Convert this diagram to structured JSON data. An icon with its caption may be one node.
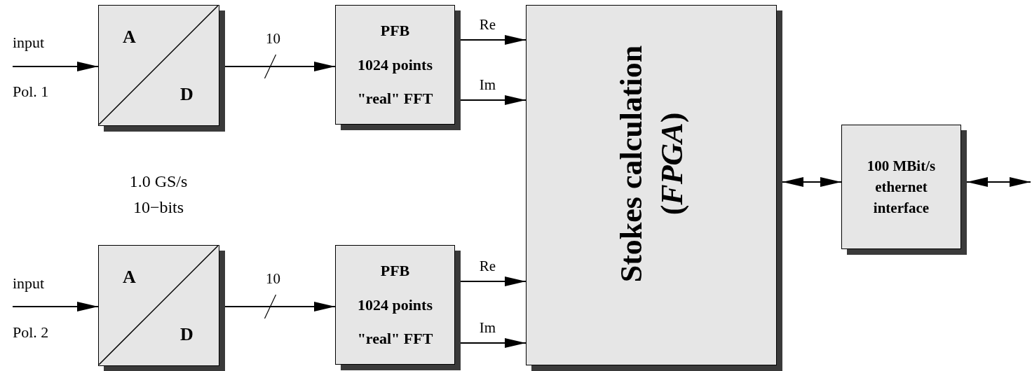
{
  "diagram": {
    "nodes": [
      {
        "text": [
          "A",
          "D"
        ]
      },
      {
        "text": [
          "PFB",
          "1024 points",
          "\"real\" FFT"
        ]
      },
      {
        "text": [
          "A",
          "D"
        ]
      },
      {
        "text": [
          "PFB",
          "1024 points",
          "\"real\" FFT"
        ]
      },
      {
        "text": [
          "Stokes calculation (*FPGA*)"
        ]
      },
      {
        "text": [
          "100 MBit/s ethernet interface"
        ]
      },
      {
        "text": [
          "input",
          "Pol. 1"
        ]
      },
      {
        "text": [
          "input",
          "Pol. 2"
        ]
      }
    ],
    "edges": [
      {
        "from": 6,
        "to": 0,
        "arrow": "to"
      },
      {
        "from": 0,
        "to": 1,
        "arrow": "to",
        "label": "10"
      },
      {
        "from": 1,
        "to": 4,
        "arrow": "to",
        "label": "Re"
      },
      {
        "from": 1,
        "to": 4,
        "arrow": "to",
        "label": "Im"
      },
      {
        "from": 7,
        "to": 2,
        "arrow": "to"
      },
      {
        "from": 2,
        "to": 3,
        "arrow": "to",
        "label": "10"
      },
      {
        "from": 3,
        "to": 4,
        "arrow": "to",
        "label": "Re"
      },
      {
        "from": 3,
        "to": 4,
        "arrow": "to",
        "label": "Im"
      },
      {
        "from": 4,
        "to": 5,
        "arrow": "both"
      },
      {
        "from": 5,
        "to": null,
        "arrow": "both"
      }
    ],
    "labels": [
      "1.0 GS/s",
      "10−bits"
    ]
  }
}
